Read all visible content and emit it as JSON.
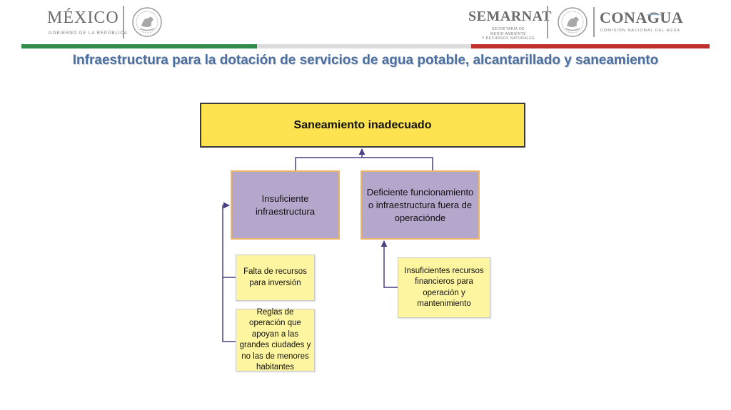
{
  "header": {
    "mexico_logo": {
      "wordmark": "MÉXICO",
      "subtitle": "GOBIERNO DE LA REPÚBLICA"
    },
    "semarnat_logo": {
      "wordmark": "SEMARNAT",
      "subtitle_lines": [
        "SECRETARÍA DE",
        "MEDIO AMBIENTE",
        "Y RECURSOS NATURALES"
      ]
    },
    "conagua_logo": {
      "wordmark": "CONAGUA",
      "subtitle": "COMISIÓN NACIONAL DEL AGUA"
    },
    "stripe_colors": [
      "#2e8b4a",
      "#d9d9d9",
      "#c0302c"
    ]
  },
  "title": "Infraestructura para la dotación de servicios de agua potable, alcantarillado y saneamiento",
  "diagram": {
    "root": "Saneamiento inadecuado",
    "causes": [
      "Insuficiente infraestructura",
      "Deficiente funcionamiento o infraestructura fuera de operaciónde"
    ],
    "sub_causes_left": [
      "Falta de recursos para inversión",
      "Reglas de operación que apoyan a las grandes ciudades y no  las de menores habitantes"
    ],
    "sub_causes_right": [
      "Insuficientes recursos financieros para operación y mantenimiento"
    ]
  },
  "colors": {
    "title": "#4a6fa0",
    "root_fill": "#fde34f",
    "cause_fill": "#b5a6cc",
    "cause_border": "#eab56a",
    "subcause_fill": "#fdf59f",
    "connector": "#4b3f86"
  }
}
